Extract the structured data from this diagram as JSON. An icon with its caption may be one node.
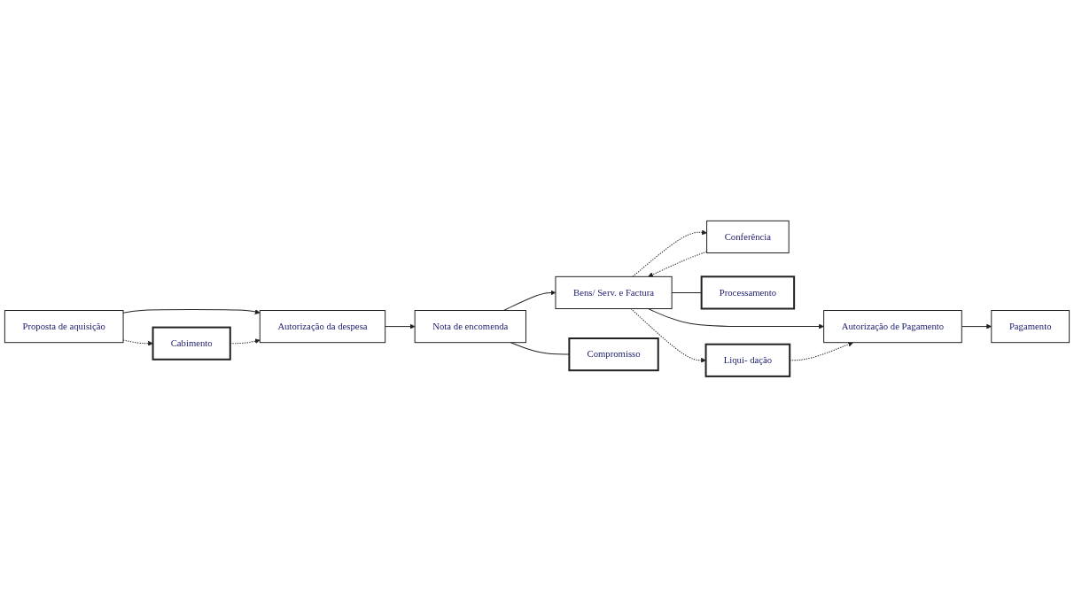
{
  "diagram": {
    "nodes": [
      {
        "text": [
          "Proposta de aquisição"
        ]
      },
      {
        "text": [
          "Autorização da despesa"
        ]
      },
      {
        "text": [
          "Nota de encomenda"
        ]
      },
      {
        "text": [
          "Bens/ Serv. e Factura"
        ]
      },
      {
        "text": [
          "Conferência"
        ]
      },
      {
        "text": [
          "Cabimento"
        ]
      },
      {
        "text": [
          "Compromisso"
        ]
      },
      {
        "text": [
          "Processamento"
        ]
      },
      {
        "text": [
          "Liqui- dação"
        ]
      },
      {
        "text": [
          "Autorização de Pagamento"
        ]
      },
      {
        "text": [
          "Pagamento"
        ]
      }
    ],
    "edges": [
      {
        "from": 0,
        "to": 1,
        "arrow": "to"
      },
      {
        "from": 1,
        "to": 2,
        "arrow": "to"
      },
      {
        "from": 2,
        "to": 3,
        "arrow": "to"
      },
      {
        "from": 3,
        "to": 4,
        "arrow": "to",
        "style": "dashed"
      },
      {
        "from": 4,
        "to": 3,
        "arrow": "to",
        "style": "dashed"
      },
      {
        "from": 0,
        "to": 5,
        "arrow": "to",
        "style": "dashed"
      },
      {
        "from": 5,
        "to": 1,
        "arrow": "to",
        "style": "dashed"
      },
      {
        "from": 2,
        "to": 6,
        "arrow": "none"
      },
      {
        "from": 3,
        "to": 7,
        "arrow": "none"
      },
      {
        "from": 3,
        "to": 8,
        "arrow": "to",
        "style": "dashed"
      },
      {
        "from": 3,
        "to": 9,
        "arrow": "to"
      },
      {
        "from": 8,
        "to": 9,
        "arrow": "to",
        "style": "dashed"
      },
      {
        "from": 9,
        "to": 10,
        "arrow": "to"
      }
    ]
  }
}
